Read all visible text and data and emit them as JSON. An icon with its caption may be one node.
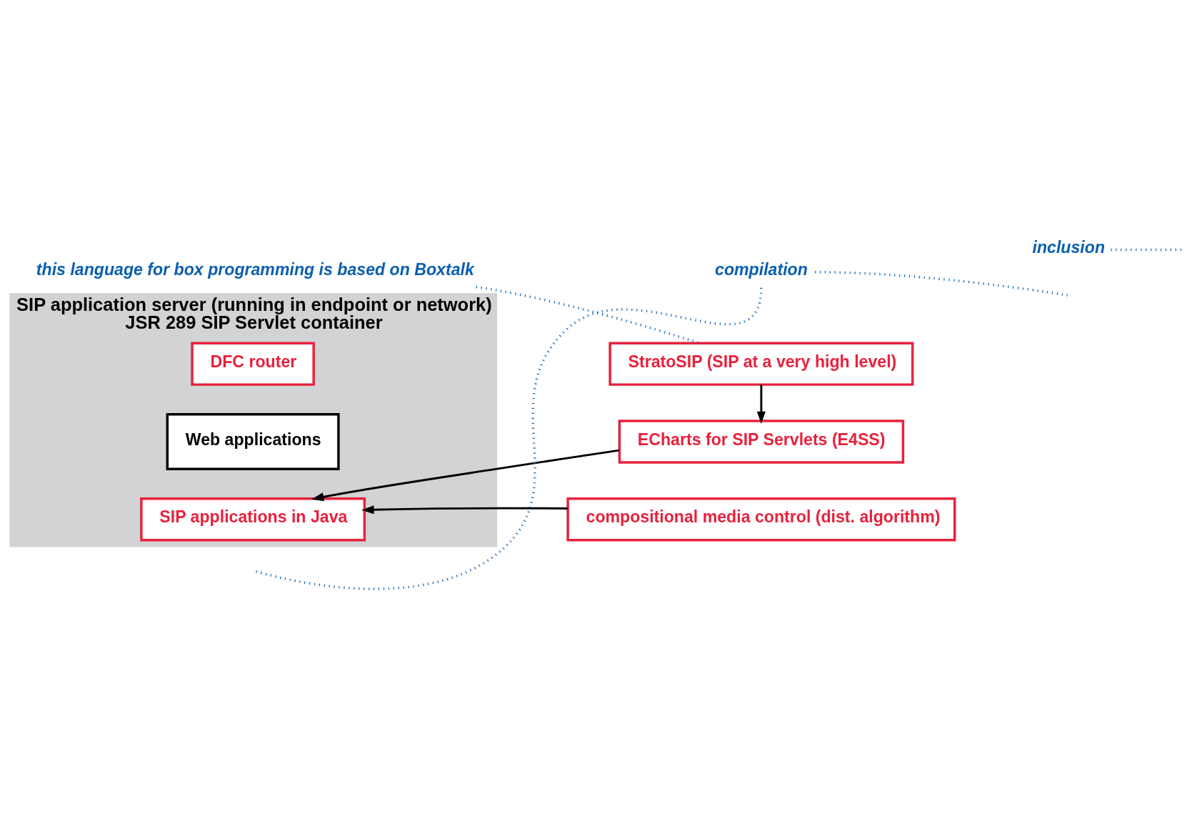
{
  "diagram": {
    "nodes": [
      {
        "text": [
          "SIP application server (running in endpoint or network)",
          "JSR 289 SIP Servlet container"
        ]
      },
      {
        "text": [
          "DFC router"
        ],
        "in": 0
      },
      {
        "text": [
          "Web applications"
        ],
        "in": 0
      },
      {
        "text": [
          "SIP applications in Java"
        ],
        "in": 0
      },
      {
        "text": [
          "StratoSIP (SIP at a very high level)"
        ]
      },
      {
        "text": [
          "ECharts for SIP Servlets (E4SS)"
        ]
      },
      {
        "text": [
          "compositional media control (dist. algorithm)"
        ]
      },
      {
        "text": [
          "this language for box programming is based on Boxtalk"
        ]
      },
      {
        "text": [
          "compilation"
        ]
      },
      {
        "text": [
          "inclusion"
        ]
      }
    ],
    "edges": [
      {
        "from": 4,
        "to": 5,
        "arrow": "to",
        "color": "#000000"
      },
      {
        "from": 5,
        "to": 3,
        "arrow": "to",
        "color": "#000000"
      },
      {
        "from": 6,
        "to": 3,
        "arrow": "to",
        "color": "#000000"
      },
      {
        "from": 7,
        "to": 4,
        "arrow": "none",
        "style": "dashed",
        "color": "#0a5fb0"
      },
      {
        "from": 8,
        "to": null,
        "arrow": "none",
        "style": "dashed",
        "color": "#0a5fb0"
      },
      {
        "from": 8,
        "to": null,
        "arrow": "none",
        "style": "dashed",
        "color": "#0a5fb0"
      },
      {
        "from": 9,
        "to": null,
        "arrow": "none",
        "style": "dashed",
        "color": "#0a5fb0"
      }
    ]
  }
}
